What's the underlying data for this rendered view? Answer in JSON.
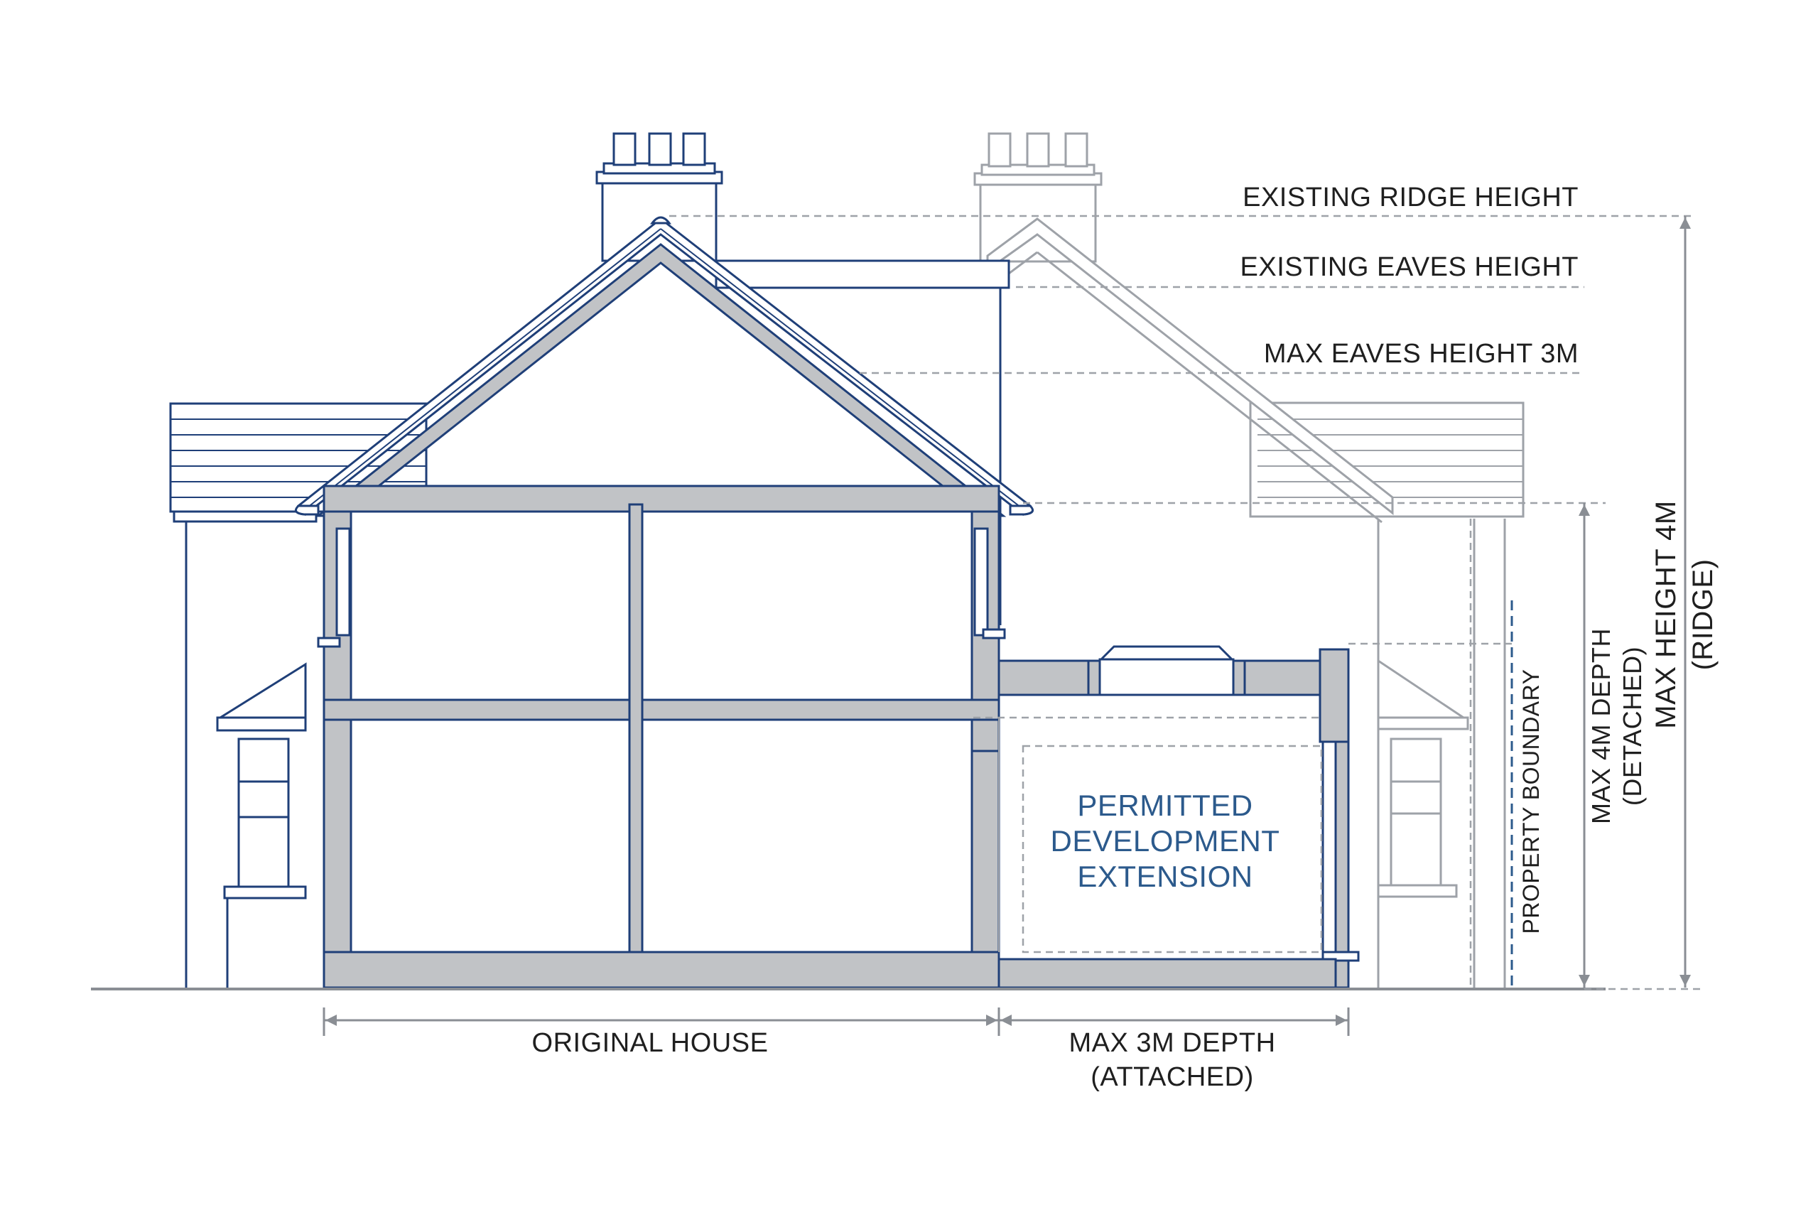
{
  "labels": {
    "ridge": "EXISTING RIDGE HEIGHT",
    "eaves": "EXISTING EAVES HEIGHT",
    "max_eaves": "MAX EAVES HEIGHT 3M",
    "extension_line1": "PERMITTED",
    "extension_line2": "DEVELOPMENT",
    "extension_line3": "EXTENSION",
    "original_house": "ORIGINAL HOUSE",
    "depth_attached_line1": "MAX 3M DEPTH",
    "depth_attached_line2": "(ATTACHED)",
    "property_boundary": "PROPERTY BOUNDARY",
    "depth_detached_line1": "MAX 4M DEPTH",
    "depth_detached_line2": "(DETACHED)",
    "height_line1": "MAX HEIGHT 4M",
    "height_line2": "(RIDGE)"
  },
  "colors": {
    "outline": "#1f3f78",
    "wall_fill": "#c1c3c6",
    "ghost_outline": "#9ea2a8",
    "dimension": "#8a8e94",
    "extension_text": "#2c5a8c",
    "text": "#1f1f1f"
  }
}
